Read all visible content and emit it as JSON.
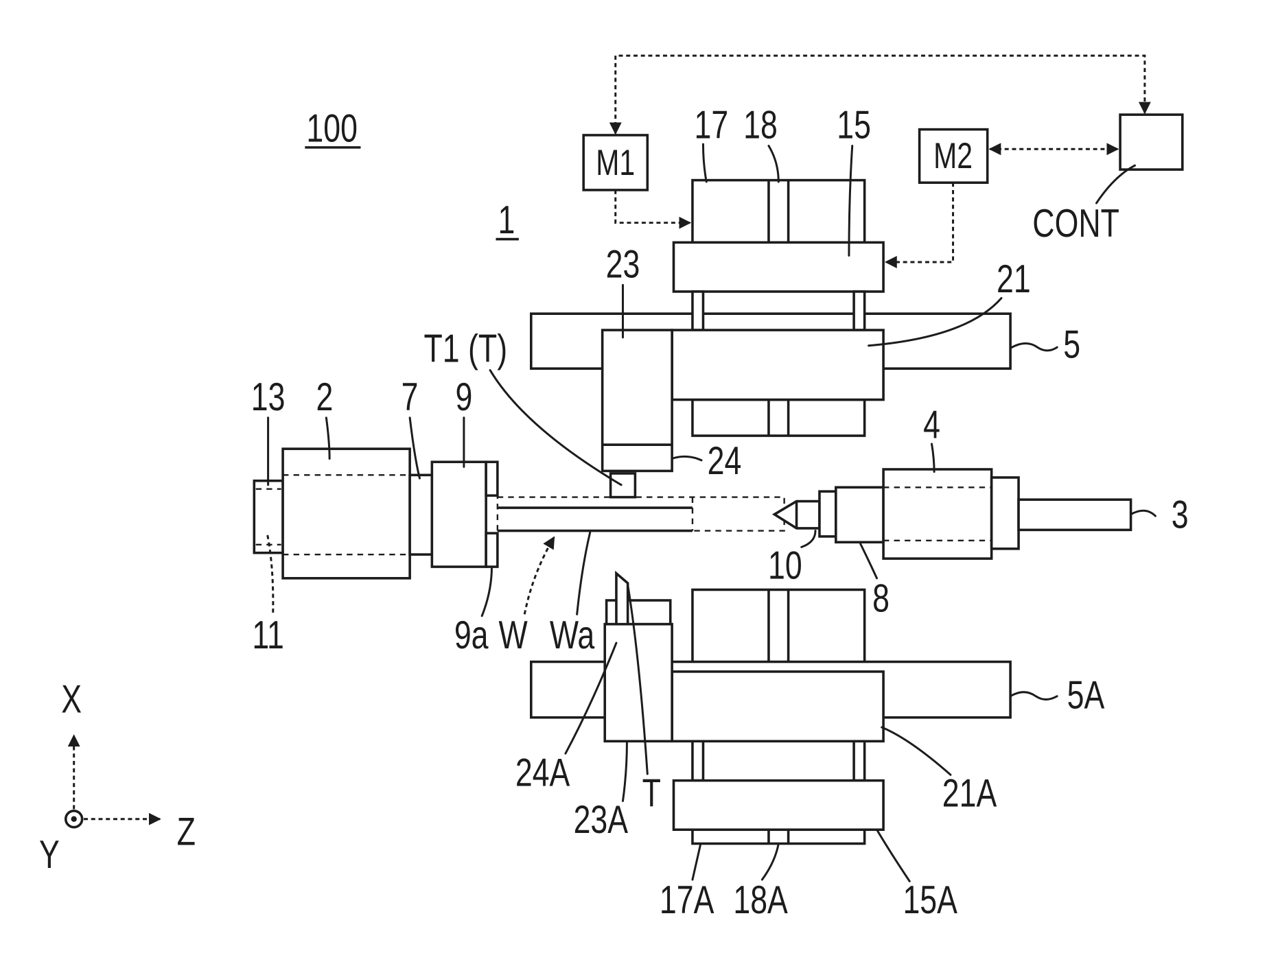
{
  "figure": {
    "reference_numeral": "100",
    "machine_numeral": "1"
  },
  "blocks": {
    "m1": "M1",
    "m2": "M2",
    "cont": "CONT"
  },
  "labels": {
    "n17": "17",
    "n18": "18",
    "n15": "15",
    "n23": "23",
    "n21": "21",
    "n5": "5",
    "t1": "T1 (T)",
    "n13": "13",
    "n2": "2",
    "n7": "7",
    "n9": "9",
    "n24": "24",
    "n4": "4",
    "n3": "3",
    "n10": "10",
    "n8": "8",
    "n11": "11",
    "n9a": "9a",
    "w": "W",
    "wa": "Wa",
    "n24a": "24A",
    "n23a": "23A",
    "t": "T",
    "n21a": "21A",
    "n5a": "5A",
    "n15a": "15A",
    "n17a": "17A",
    "n18a": "18A"
  },
  "axes": {
    "x": "X",
    "y": "Y",
    "z": "Z"
  }
}
